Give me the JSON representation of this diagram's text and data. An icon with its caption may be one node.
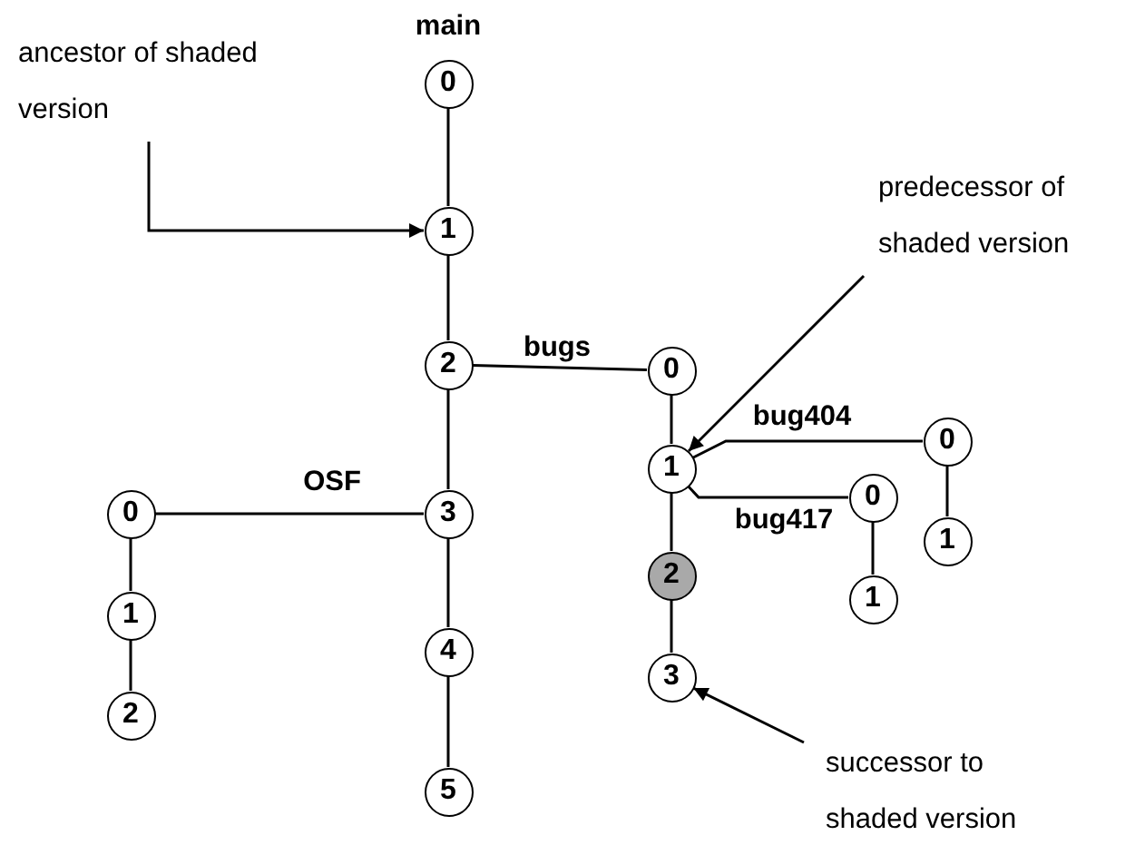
{
  "diagram": {
    "nodes": [
      {
        "text": [
          "ancestor of shaded version"
        ]
      },
      {
        "text": [
          "0"
        ]
      },
      {
        "text": [
          "1"
        ]
      },
      {
        "text": [
          "2"
        ]
      },
      {
        "text": [
          "3"
        ]
      },
      {
        "text": [
          "4"
        ]
      },
      {
        "text": [
          "5"
        ]
      },
      {
        "text": [
          "predecessor of shaded version"
        ]
      },
      {
        "text": [
          "0"
        ]
      },
      {
        "text": [
          "1"
        ]
      },
      {
        "text": [
          "2"
        ]
      },
      {
        "text": [
          "3"
        ]
      },
      {
        "text": [
          "0"
        ]
      },
      {
        "text": [
          "1"
        ]
      },
      {
        "text": [
          "0"
        ]
      },
      {
        "text": [
          "1"
        ]
      },
      {
        "text": [
          "0"
        ]
      },
      {
        "text": [
          "1"
        ]
      },
      {
        "text": [
          "2"
        ]
      },
      {
        "text": [
          "successor to shaded version"
        ]
      }
    ],
    "edges": [
      {
        "from": 0,
        "to": 2,
        "arrow": "to"
      },
      {
        "from": 1,
        "to": 2,
        "arrow": "none"
      },
      {
        "from": 2,
        "to": 3,
        "arrow": "none"
      },
      {
        "from": 3,
        "to": 4,
        "arrow": "none"
      },
      {
        "from": 4,
        "to": 5,
        "arrow": "none"
      },
      {
        "from": 5,
        "to": 6,
        "arrow": "none"
      },
      {
        "from": 3,
        "to": 8,
        "arrow": "none"
      },
      {
        "from": 4,
        "to": 16,
        "arrow": "none"
      },
      {
        "from": 16,
        "to": 17,
        "arrow": "none"
      },
      {
        "from": 17,
        "to": 18,
        "arrow": "none"
      },
      {
        "from": 8,
        "to": 9,
        "arrow": "none"
      },
      {
        "from": 9,
        "to": 10,
        "arrow": "none"
      },
      {
        "from": 10,
        "to": 11,
        "arrow": "none"
      },
      {
        "from": 9,
        "to": 12,
        "arrow": "none"
      },
      {
        "from": 9,
        "to": 14,
        "arrow": "none"
      },
      {
        "from": 12,
        "to": 13,
        "arrow": "none"
      },
      {
        "from": 14,
        "to": 15,
        "arrow": "none"
      },
      {
        "from": 7,
        "to": 9,
        "arrow": "to"
      },
      {
        "from": 19,
        "to": 11,
        "arrow": "to"
      }
    ],
    "labels": [
      "main",
      "bugs",
      "OSF",
      "bug404",
      "bug417"
    ]
  }
}
